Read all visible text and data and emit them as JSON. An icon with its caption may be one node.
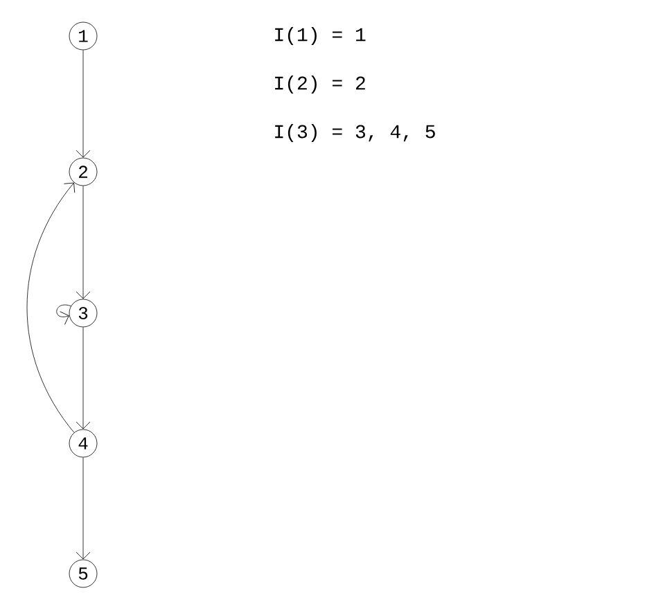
{
  "diagram": {
    "nodes": [
      {
        "text": [
          "1"
        ]
      },
      {
        "text": [
          "2"
        ]
      },
      {
        "text": [
          "3"
        ]
      },
      {
        "text": [
          "4"
        ]
      },
      {
        "text": [
          "5"
        ]
      }
    ],
    "edges": [
      {
        "from": 0,
        "to": 1,
        "arrow": "to"
      },
      {
        "from": 1,
        "to": 2,
        "arrow": "to"
      },
      {
        "from": 2,
        "to": 2,
        "arrow": "to"
      },
      {
        "from": 2,
        "to": 3,
        "arrow": "to"
      },
      {
        "from": 3,
        "to": 1,
        "arrow": "to"
      },
      {
        "from": 3,
        "to": 4,
        "arrow": "to"
      }
    ],
    "labels": [
      "I(1) = 1",
      "I(2) = 2",
      "I(3) = 3, 4, 5"
    ]
  }
}
